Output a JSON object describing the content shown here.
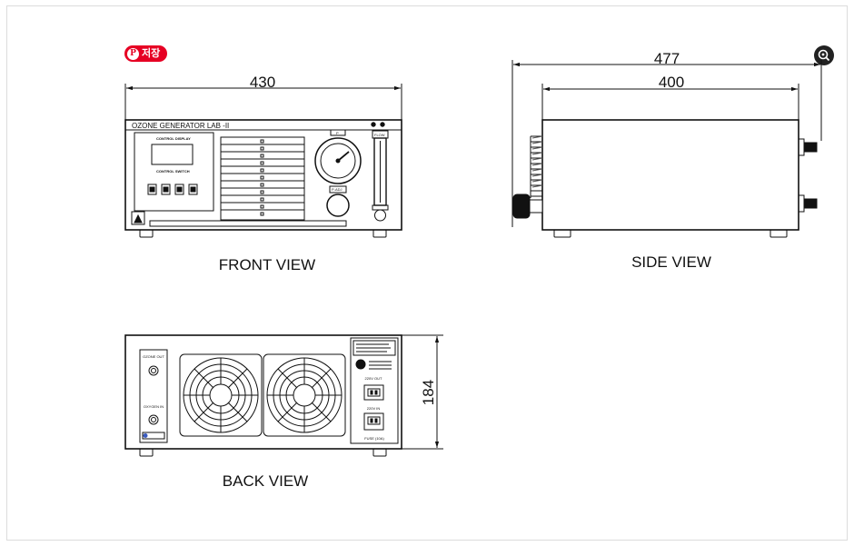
{
  "pin_button": {
    "label": "저장",
    "icon": "pinterest-icon",
    "color": "#e60023"
  },
  "zoom_button": {
    "icon": "lens-search-icon"
  },
  "dimensions": {
    "front_width": "430",
    "side_total": "477",
    "side_body": "400",
    "back_height": "184"
  },
  "views": {
    "front": "FRONT VIEW",
    "side": "SIDE VIEW",
    "back": "BACK VIEW"
  },
  "front_panel": {
    "model": "OZONE GENERATOR LAB -II",
    "control_display": "CONTROL DISPLAY",
    "control_switch": "CONTROL SWITCH",
    "flow": "FLOW",
    "gauge_label": "P",
    "pressure_label": "P-ADJ"
  },
  "back_panel": {
    "ozone_out": "OZONE OUT",
    "oxygen_in": "OXYGEN IN",
    "out_label": "220V OUT",
    "in_label": "220V IN",
    "fuse": "FUSE (10A)"
  }
}
